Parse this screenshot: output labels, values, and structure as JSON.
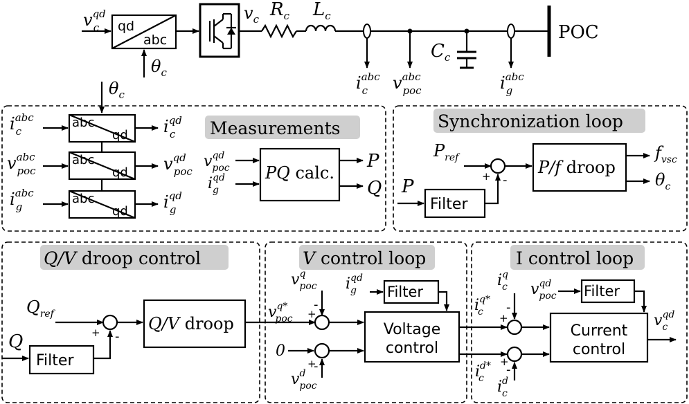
{
  "top": {
    "vc_qd": {
      "base": "v",
      "sup": "qd",
      "sub": "c"
    },
    "transform": {
      "left": "qd",
      "right": "abc"
    },
    "theta_c": {
      "base": "θ",
      "sub": "c"
    },
    "vc_out": {
      "base": "v",
      "sub": "c"
    },
    "Rc": {
      "base": "R",
      "sub": "c"
    },
    "Lc": {
      "base": "L",
      "sub": "c"
    },
    "Cc": {
      "base": "C",
      "sub": "c"
    },
    "poc": "POC",
    "ic_abc": {
      "base": "i",
      "sup": "abc",
      "sub": "c"
    },
    "vpoc_abc": {
      "base": "v",
      "sup": "abc",
      "sub": "poc"
    },
    "ig_abc": {
      "base": "i",
      "sup": "abc",
      "sub": "g"
    }
  },
  "measurements": {
    "title": "Measurements",
    "theta_c": {
      "base": "θ",
      "sub": "c"
    },
    "block_top": "abc",
    "block_bottom": "qd",
    "rows": [
      {
        "in": {
          "base": "i",
          "sup": "abc",
          "sub": "c"
        },
        "out": {
          "base": "i",
          "sup": "qd",
          "sub": "c"
        }
      },
      {
        "in": {
          "base": "v",
          "sup": "abc",
          "sub": "poc"
        },
        "out": {
          "base": "v",
          "sup": "qd",
          "sub": "poc"
        }
      },
      {
        "in": {
          "base": "i",
          "sup": "abc",
          "sub": "g"
        },
        "out": {
          "base": "i",
          "sup": "qd",
          "sub": "g"
        }
      }
    ],
    "pq_block": {
      "italic": "PQ",
      "rest": " calc."
    },
    "pq_in1": {
      "base": "v",
      "sup": "qd",
      "sub": "poc"
    },
    "pq_in2": {
      "base": "i",
      "sup": "qd",
      "sub": "g"
    },
    "out_P": "P",
    "out_Q": "Q"
  },
  "sync": {
    "title": "Synchronization loop",
    "p_ref": {
      "base": "P",
      "sub": "ref"
    },
    "p_in": "P",
    "filter": "Filter",
    "droop": {
      "italic": "P/f",
      "rest": " droop"
    },
    "f_vsc": {
      "base": "f",
      "sub": "vsc"
    },
    "theta_c": {
      "base": "θ",
      "sub": "c"
    },
    "plus": "+",
    "minus": "-"
  },
  "qv": {
    "title_italic": "Q/V",
    "title_rest": " droop control",
    "q_ref": {
      "base": "Q",
      "sub": "ref"
    },
    "q_in": "Q",
    "filter": "Filter",
    "droop": {
      "italic": "Q/V",
      "rest": " droop"
    },
    "plus": "+",
    "minus": "-"
  },
  "vloop": {
    "title_italic": "V",
    "title_rest": " control loop",
    "vpoc_q": {
      "base": "v",
      "sup": "q",
      "sub": "poc"
    },
    "ig_qd": {
      "base": "i",
      "sup": "qd",
      "sub": "g"
    },
    "filter": "Filter",
    "vpoc_q_ref": {
      "base": "v",
      "sup": "q*",
      "sub": "poc"
    },
    "zero": "0",
    "vpoc_d": {
      "base": "v",
      "sup": "d",
      "sub": "poc"
    },
    "block_line1": "Voltage",
    "block_line2": "control",
    "plus": "+",
    "minus": "-"
  },
  "iloop": {
    "title": "I control loop",
    "ic_q": {
      "base": "i",
      "sup": "q",
      "sub": "c"
    },
    "vpoc_qd": {
      "base": "v",
      "sup": "qd",
      "sub": "poc"
    },
    "filter": "Filter",
    "ic_q_ref": {
      "base": "i",
      "sup": "q*",
      "sub": "c"
    },
    "ic_d_ref": {
      "base": "i",
      "sup": "d*",
      "sub": "c"
    },
    "ic_d": {
      "base": "i",
      "sup": "d",
      "sub": "c"
    },
    "block_line1": "Current",
    "block_line2": "control",
    "vc_qd": {
      "base": "v",
      "sup": "qd",
      "sub": "c"
    },
    "plus": "+",
    "minus": "-"
  }
}
